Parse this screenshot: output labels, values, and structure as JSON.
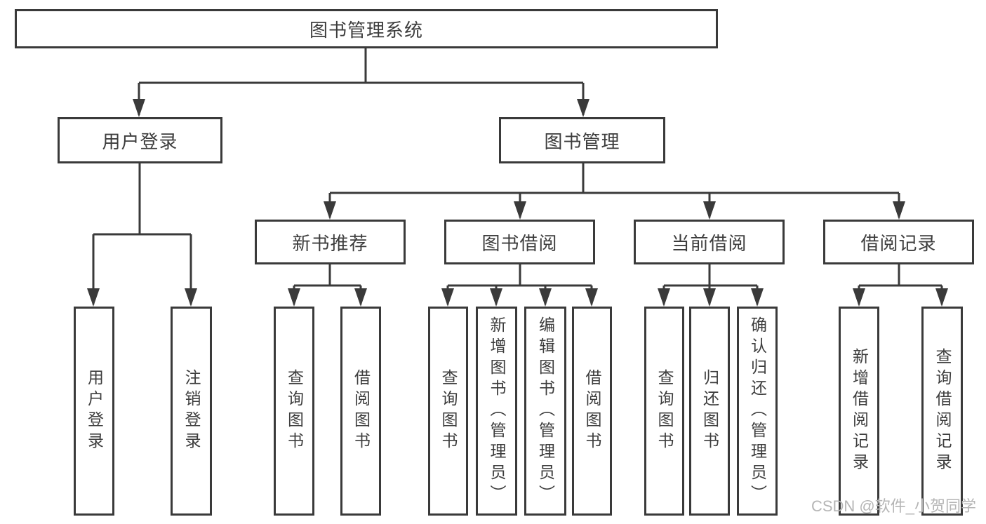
{
  "diagram": {
    "root": {
      "label": "图书管理系统"
    },
    "level2": [
      {
        "id": "user-login",
        "label": "用户登录"
      },
      {
        "id": "book-mgmt",
        "label": "图书管理"
      }
    ],
    "level3": [
      {
        "id": "new-book",
        "label": "新书推荐"
      },
      {
        "id": "book-borrow",
        "label": "图书借阅"
      },
      {
        "id": "current-borrow",
        "label": "当前借阅"
      },
      {
        "id": "borrow-records",
        "label": "借阅记录"
      }
    ],
    "leaves": [
      {
        "parent": "用户登录",
        "label": "用户登录"
      },
      {
        "parent": "用户登录",
        "label": "注销登录"
      },
      {
        "parent": "新书推荐",
        "label": "查询图书"
      },
      {
        "parent": "新书推荐",
        "label": "借阅图书"
      },
      {
        "parent": "图书借阅",
        "label": "查询图书"
      },
      {
        "parent": "图书借阅",
        "label": "新增图书（管理员）"
      },
      {
        "parent": "图书借阅",
        "label": "编辑图书（管理员）"
      },
      {
        "parent": "图书借阅",
        "label": "借阅图书"
      },
      {
        "parent": "当前借阅",
        "label": "查询图书"
      },
      {
        "parent": "当前借阅",
        "label": "归还图书"
      },
      {
        "parent": "当前借阅",
        "label": "确认归还（管理员）"
      },
      {
        "parent": "借阅记录",
        "label": "新增借阅记录"
      },
      {
        "parent": "借阅记录",
        "label": "查询借阅记录"
      }
    ]
  },
  "watermark": {
    "text": "CSDN @软件_小贺同学"
  },
  "colors": {
    "line": "#3a3a3a",
    "text": "#3d3d3d",
    "watermark": "#b5b5b5",
    "background": "#ffffff"
  }
}
